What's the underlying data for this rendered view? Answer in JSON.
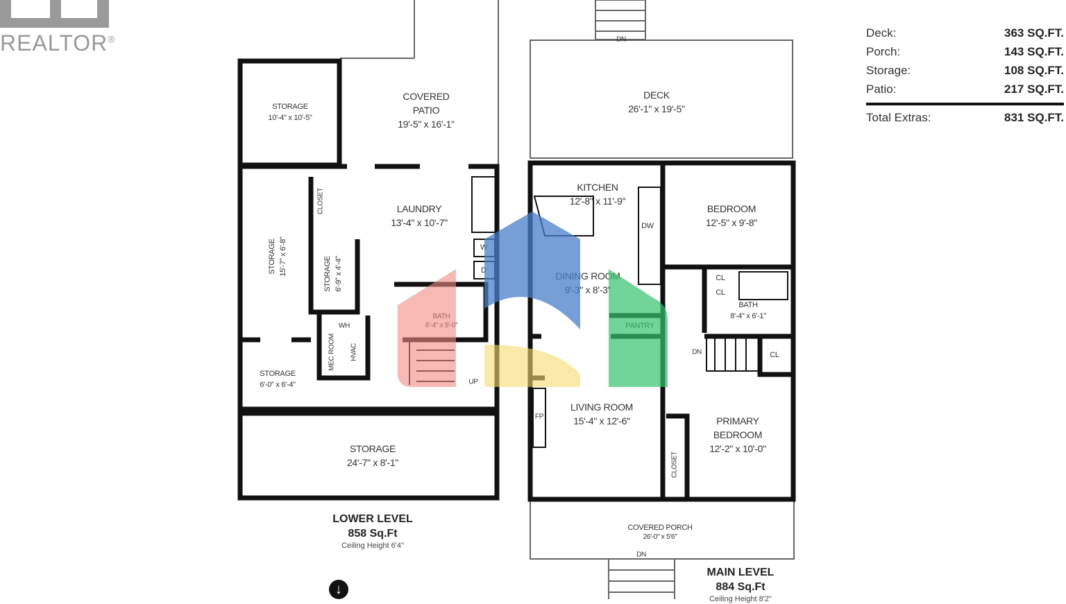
{
  "branding": {
    "realtor_text": "REALTOR",
    "registered": "®"
  },
  "extras": {
    "items": [
      {
        "label": "Deck:",
        "value": "363 SQ.FT."
      },
      {
        "label": "Porch:",
        "value": "143 SQ.FT."
      },
      {
        "label": "Storage:",
        "value": "108 SQ.FT."
      },
      {
        "label": "Patio:",
        "value": "217 SQ.FT."
      }
    ],
    "total": {
      "label": "Total Extras:",
      "value": "831 SQ.FT."
    }
  },
  "lower_level": {
    "title": "LOWER LEVEL",
    "area": "858 Sq.Ft",
    "ceiling": "Ceiling Height 6'4\"",
    "rooms": {
      "storage_top": {
        "name": "STORAGE",
        "dims": "10'-4\" x 10'-5\""
      },
      "covered_patio": {
        "name": "COVERED PATIO",
        "name2": "PATIO",
        "name1": "COVERED",
        "dims": "19'-5\" x 16'-1\""
      },
      "laundry": {
        "name": "LAUNDRY",
        "dims": "13'-4\" x 10'-7\""
      },
      "storage_left": {
        "name": "STORAGE",
        "dims": "15'-7\" x 6'-8\""
      },
      "storage_mid": {
        "name": "STORAGE",
        "dims": "6'-9\" x 4'-4\""
      },
      "closet": "CLOSET",
      "bath": {
        "name": "BATH",
        "dims": "6'-4\" x 5'-0\""
      },
      "mec_room": "MEC ROOM",
      "hvac": "HVAC",
      "wh": "WH",
      "washer": "W",
      "dryer": "D",
      "up": "UP",
      "storage_small": {
        "name": "STORAGE",
        "dims": "6'-0\" x 6'-4\""
      },
      "storage_bottom": {
        "name": "STORAGE",
        "dims": "24'-7\" x 8'-1\""
      }
    }
  },
  "main_level": {
    "title": "MAIN LEVEL",
    "area": "884 Sq.Ft",
    "ceiling": "Ceiling Height 8'2\"",
    "rooms": {
      "deck": {
        "name": "DECK",
        "dims": "26'-1\" x 19'-5\""
      },
      "kitchen": {
        "name": "KITCHEN",
        "dims": "12'-8\" x 11'-9\""
      },
      "dw": "DW",
      "bedroom": {
        "name": "BEDROOM",
        "dims": "12'-5\" x 9'-8\""
      },
      "dining": {
        "name": "DINING ROOM",
        "dims": "9'-3\" x 8'-3\""
      },
      "pantry": "PANTRY",
      "cl1": "CL",
      "cl2": "CL",
      "cl3": "CL",
      "bath": {
        "name": "BATH",
        "dims": "8'-4\" x 6'-1\""
      },
      "living": {
        "name": "LIVING ROOM",
        "dims": "15'-4\" x 12'-6\""
      },
      "fp": "FP",
      "primary": {
        "name1": "PRIMARY",
        "name2": "BEDROOM",
        "dims": "12'-2\" x 10'-0\""
      },
      "closet": "CLOSET",
      "porch": {
        "name": "COVERED PORCH",
        "dims": "26'-0\" x 5'6\""
      },
      "dn_top": "DN",
      "dn_bottom": "DN",
      "dn_inner": "DN"
    }
  },
  "loader_colors": {
    "red": "#f28b82",
    "blue": "#4a7fc9",
    "yellow": "#f7dc6f",
    "green": "#34c26e"
  }
}
